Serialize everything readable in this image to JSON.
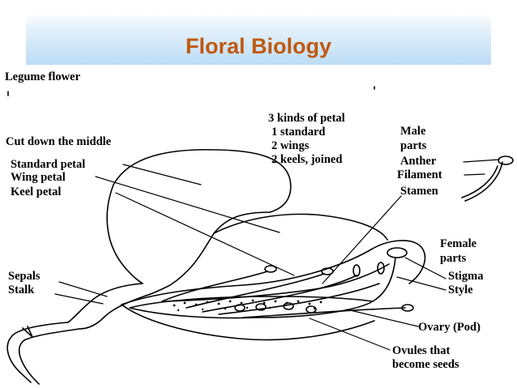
{
  "slide": {
    "title": "Floral Biology",
    "title_color": "#c0590f",
    "banner_color": "#bcdcf5"
  },
  "diagram": {
    "heading": "Legume flower",
    "cut_label": "Cut down the middle",
    "petal_kinds": {
      "title": "3 kinds of petal",
      "items": [
        "1 standard",
        "2 wings",
        "2 keels, joined"
      ]
    },
    "left_labels": [
      "Standard petal",
      "Wing petal",
      "Keel petal"
    ],
    "base_labels": [
      "Sepals",
      "Stalk"
    ],
    "male": {
      "title_lines": [
        "Male",
        "parts"
      ],
      "anther": "Anther",
      "filament": "Filament",
      "stamen": "Stamen"
    },
    "female": {
      "title_lines": [
        "Female",
        "parts"
      ],
      "stigma": "Stigma",
      "style": "Style",
      "ovary": "Ovary (Pod)"
    },
    "ovules_lines": [
      "Ovules that",
      "become seeds"
    ]
  }
}
